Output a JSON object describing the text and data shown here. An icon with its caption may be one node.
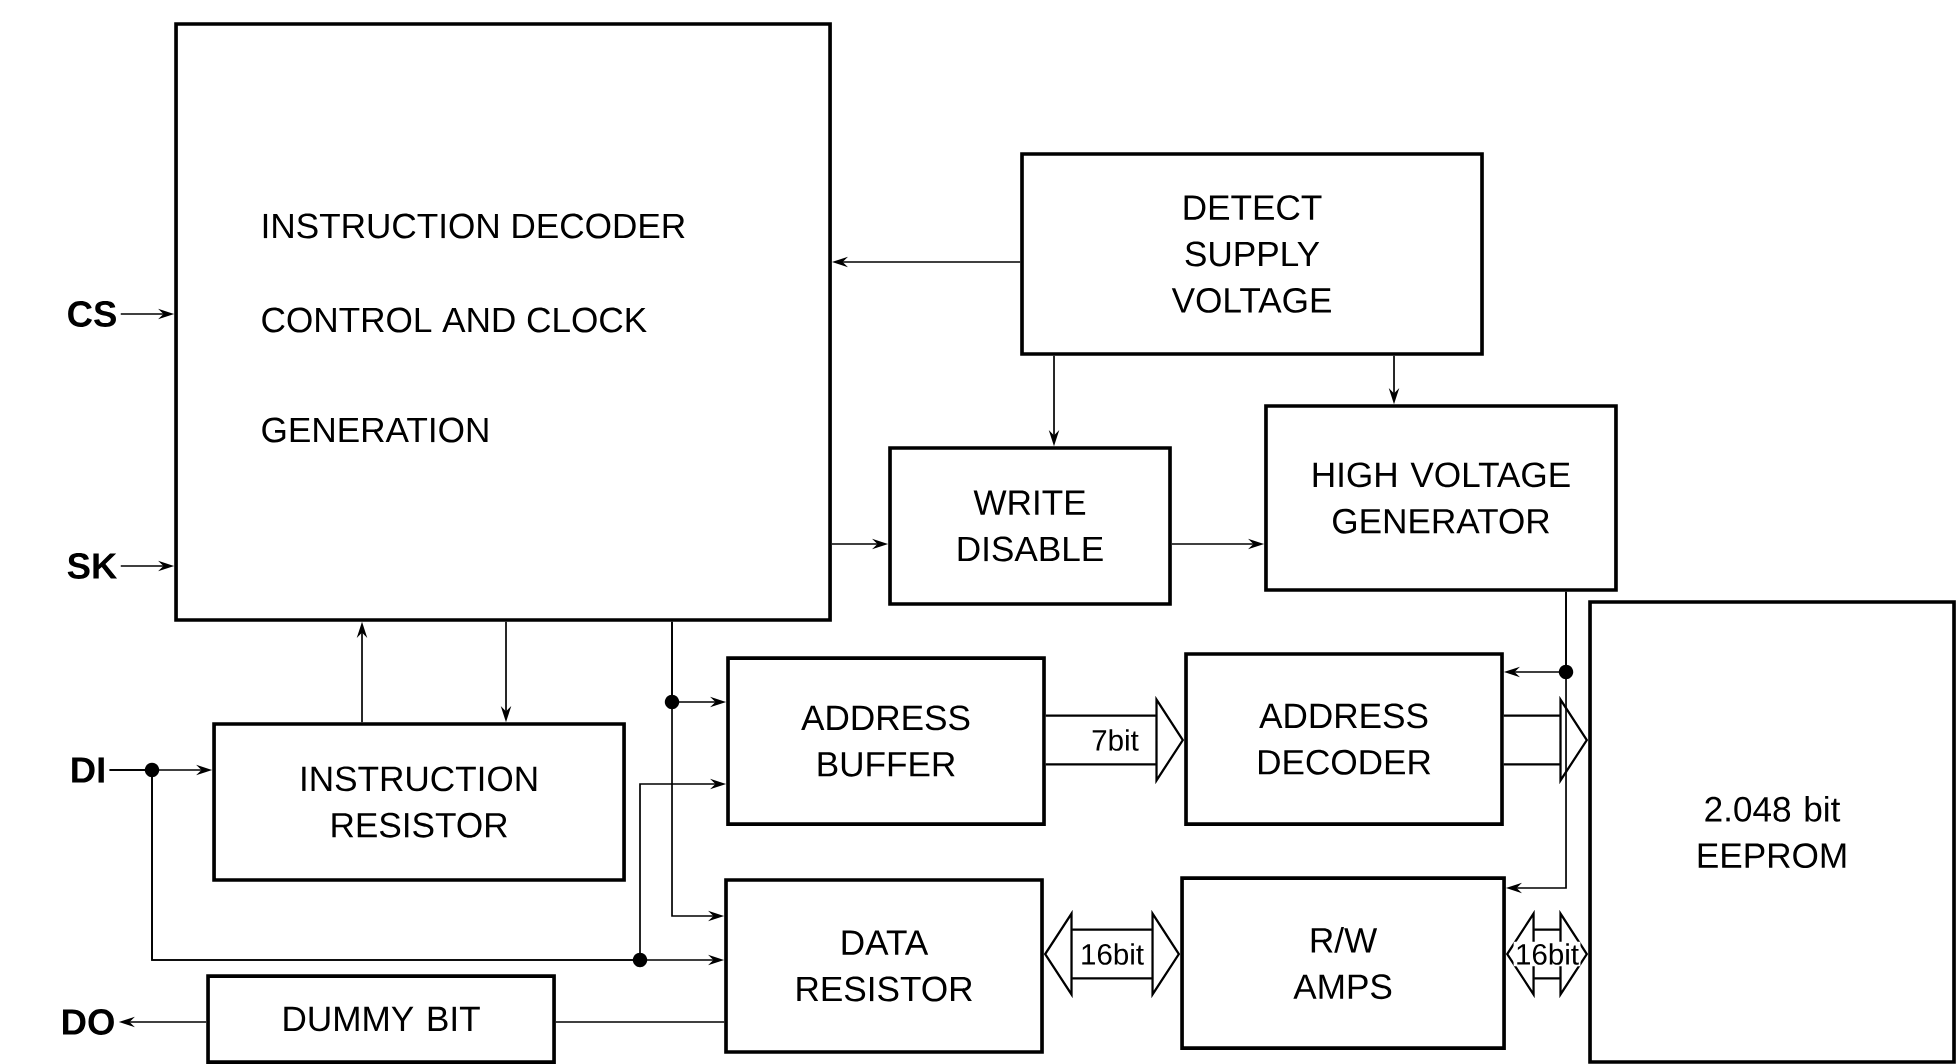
{
  "diagram": {
    "nodes": [
      {
        "text": [
          "CS"
        ]
      },
      {
        "text": [
          "SK"
        ]
      },
      {
        "text": [
          "DI"
        ]
      },
      {
        "text": [
          "DO"
        ]
      },
      {
        "text": [
          "INSTRUCTION DECODER",
          "CONTROL AND CLOCK",
          "GENERATION"
        ]
      },
      {
        "text": [
          "DETECT SUPPLY VOLTAGE"
        ]
      },
      {
        "text": [
          "WRITE DISABLE"
        ]
      },
      {
        "text": [
          "HIGH VOLTAGE GENERATOR"
        ]
      },
      {
        "text": [
          "INSTRUCTION RESISTOR"
        ]
      },
      {
        "text": [
          "ADDRESS BUFFER"
        ]
      },
      {
        "text": [
          "ADDRESS DECODER"
        ]
      },
      {
        "text": [
          "DATA RESISTOR"
        ]
      },
      {
        "text": [
          "R/W AMPS"
        ]
      },
      {
        "text": [
          "2.048 bit EEPROM"
        ]
      },
      {
        "text": [
          "DUMMY BIT"
        ]
      }
    ],
    "edges": [
      {
        "from": 0,
        "to": 4,
        "arrow": "to"
      },
      {
        "from": 1,
        "to": 4,
        "arrow": "to"
      },
      {
        "from": 2,
        "to": 8,
        "arrow": "to"
      },
      {
        "from": 2,
        "to": 11,
        "arrow": "to"
      },
      {
        "from": 2,
        "to": 9,
        "arrow": "to"
      },
      {
        "from": 8,
        "to": 4,
        "arrow": "to"
      },
      {
        "from": 4,
        "to": 8,
        "arrow": "to"
      },
      {
        "from": 5,
        "to": 4,
        "arrow": "to"
      },
      {
        "from": 5,
        "to": 6,
        "arrow": "to"
      },
      {
        "from": 5,
        "to": 7,
        "arrow": "to"
      },
      {
        "from": 4,
        "to": 6,
        "arrow": "to"
      },
      {
        "from": 6,
        "to": 7,
        "arrow": "to"
      },
      {
        "from": 4,
        "to": 9,
        "arrow": "to"
      },
      {
        "from": 4,
        "to": 11,
        "arrow": "to"
      },
      {
        "from": 9,
        "to": 10,
        "arrow": "to",
        "label": "7bit",
        "style": "thick"
      },
      {
        "from": 10,
        "to": 13,
        "arrow": "to",
        "style": "thick"
      },
      {
        "from": 7,
        "to": 10,
        "arrow": "to"
      },
      {
        "from": 7,
        "to": 12,
        "arrow": "to"
      },
      {
        "from": 11,
        "to": 12,
        "arrow": "both",
        "label": "16bit",
        "style": "thick"
      },
      {
        "from": 12,
        "to": 13,
        "arrow": "both",
        "label": "16bit",
        "style": "thick"
      },
      {
        "from": 11,
        "to": 14,
        "arrow": "none"
      },
      {
        "from": 14,
        "to": 3,
        "arrow": "to"
      }
    ]
  }
}
